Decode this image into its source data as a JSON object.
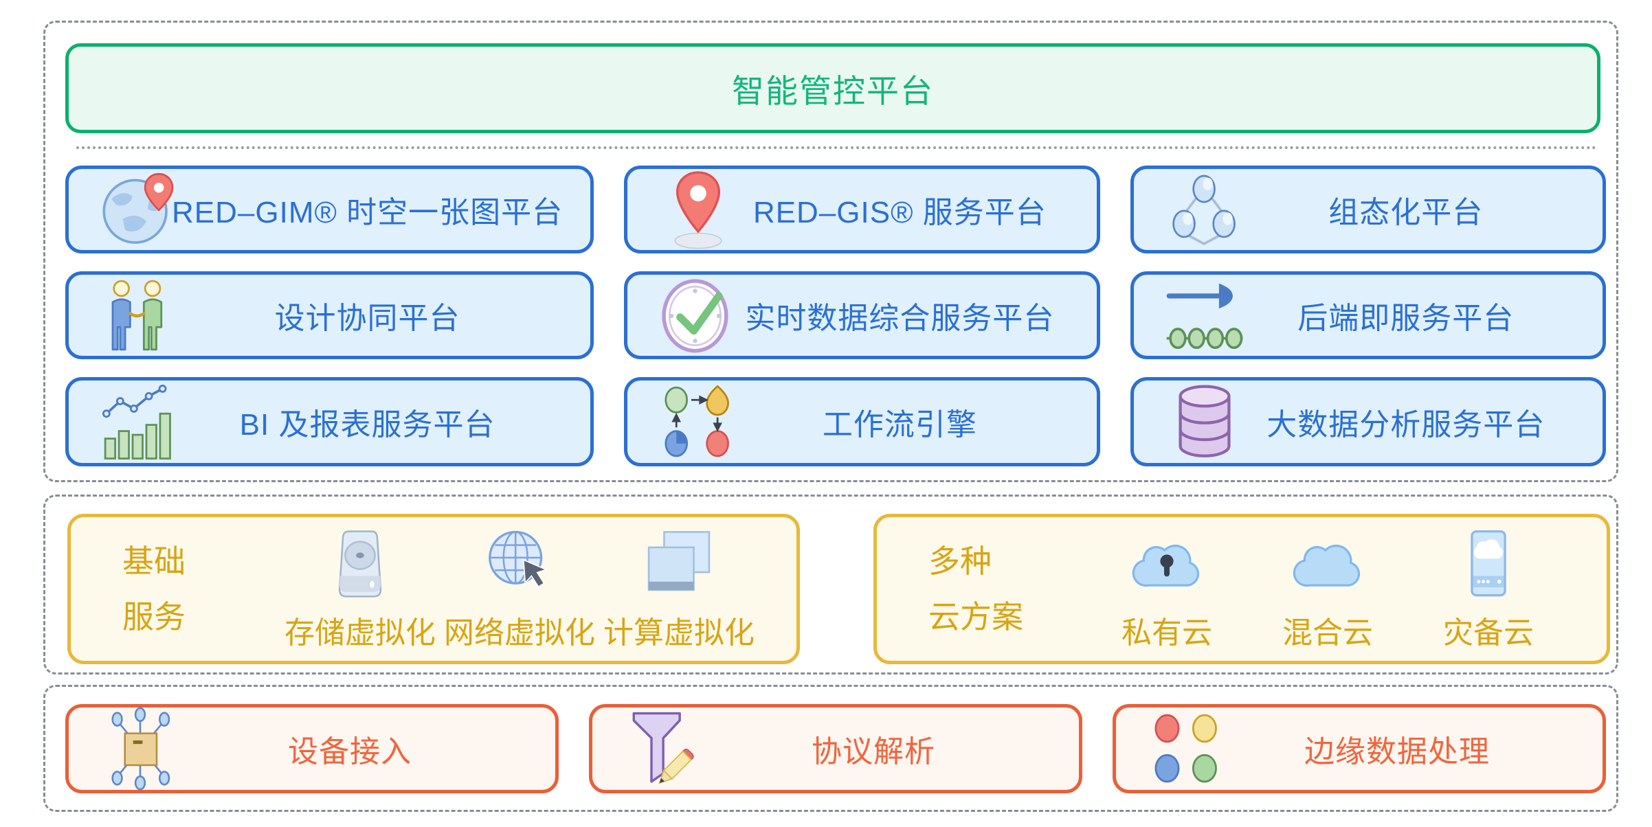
{
  "colors": {
    "dash_border": "#868d96",
    "green_border": "#0ab06e",
    "green_bg": "#e9f8f1",
    "green_text": "#15b57e",
    "blue_border": "#2b6fd3",
    "blue_bg": "#e0f0fd",
    "blue_text": "#2b70d3",
    "gold_border": "#e9b83a",
    "gold_bg": "#fdfaec",
    "gold_text": "#d9a413",
    "orange_border": "#ea5f38",
    "orange_bg": "#fdf6f1",
    "orange_text": "#f0653c"
  },
  "top_section": {
    "title": "智能管控平台",
    "platforms": [
      {
        "label": "RED–GIM® 时空一张图平台",
        "icon": "globe-pin-icon"
      },
      {
        "label": "RED–GIS® 服务平台",
        "icon": "map-pin-icon"
      },
      {
        "label": "组态化平台",
        "icon": "network-nodes-icon"
      },
      {
        "label": "设计协同平台",
        "icon": "collaboration-people-icon"
      },
      {
        "label": "实时数据综合服务平台",
        "icon": "clock-check-icon"
      },
      {
        "label": "后端即服务平台",
        "icon": "abacus-icon"
      },
      {
        "label": "BI 及报表服务平台",
        "icon": "bar-line-chart-icon"
      },
      {
        "label": "工作流引擎",
        "icon": "workflow-icon"
      },
      {
        "label": "大数据分析服务平台",
        "icon": "database-icon"
      }
    ]
  },
  "middle_section": {
    "groups": [
      {
        "title_line1": "基础",
        "title_line2": "服务",
        "items": [
          {
            "label": "存储虚拟化",
            "icon": "storage-disk-icon"
          },
          {
            "label": "网络虚拟化",
            "icon": "network-globe-cursor-icon"
          },
          {
            "label": "计算虚拟化",
            "icon": "compute-screens-icon"
          }
        ]
      },
      {
        "title_line1": "多种",
        "title_line2": "云方案",
        "items": [
          {
            "label": "私有云",
            "icon": "private-cloud-icon"
          },
          {
            "label": "混合云",
            "icon": "hybrid-cloud-icon"
          },
          {
            "label": "灾备云",
            "icon": "backup-cloud-server-icon"
          }
        ]
      }
    ]
  },
  "bottom_section": {
    "items": [
      {
        "label": "设备接入",
        "icon": "chip-icon"
      },
      {
        "label": "协议解析",
        "icon": "funnel-pencil-icon"
      },
      {
        "label": "边缘数据处理",
        "icon": "color-dots-icon"
      }
    ]
  }
}
